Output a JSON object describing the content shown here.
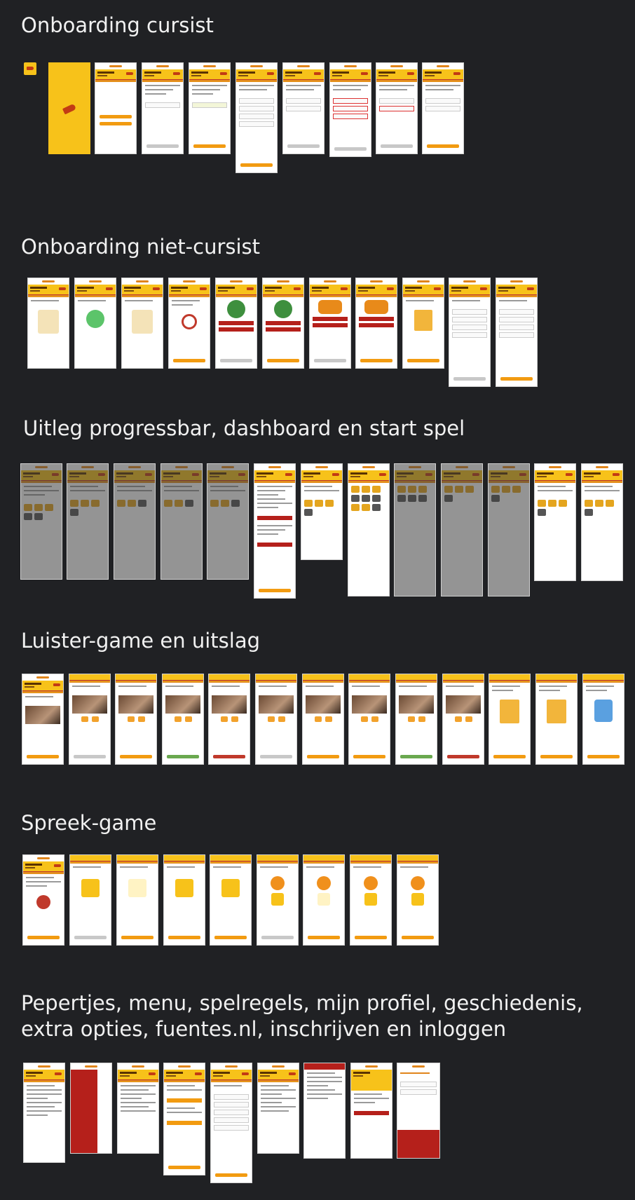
{
  "sections": [
    {
      "title": "Onboarding cursist"
    },
    {
      "title": "Onboarding niet-cursist"
    },
    {
      "title": "Uitleg progressbar, dashboard en start spel"
    },
    {
      "title": "Luister-game en uitslag"
    },
    {
      "title": "Spreek-game"
    },
    {
      "title": "Pepertjes, menu, spelregels, mijn profiel, geschiedenis,"
    },
    {
      "title": "extra opties, fuentes.nl, inschrijven en inloggen"
    }
  ],
  "colors": {
    "background": "#202124",
    "brand_yellow": "#f7c21a",
    "brand_orange": "#f29b11",
    "brand_red": "#c0392b",
    "title_text": "#f1f1f1"
  }
}
